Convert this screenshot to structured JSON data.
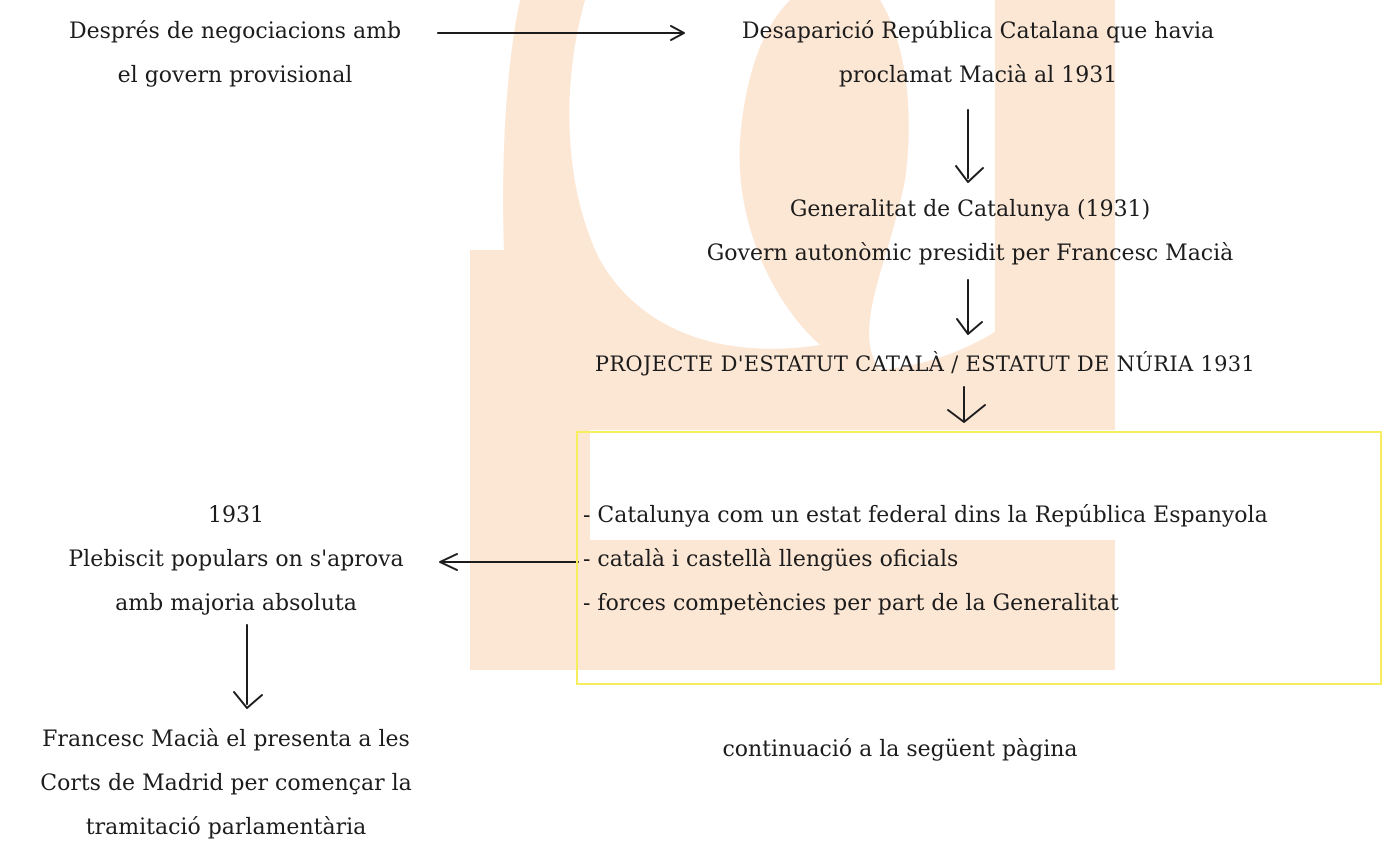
{
  "colors": {
    "watermark": "#fce6d4",
    "box_border": "#f6ee5c",
    "text": "#1c1c1c"
  },
  "nodes": {
    "negotiations": [
      "Després de negociacions amb",
      "el govern provisional"
    ],
    "republic_disappearance": [
      "Desaparició República Catalana que havia",
      "proclamat Macià al 1931"
    ],
    "generalitat": [
      "Generalitat de Catalunya (1931)",
      "Govern autonòmic presidit per Francesc Macià"
    ],
    "statute_project": "PROJECTE D'ESTATUT CATALÀ / ESTATUT DE NÚRIA 1931",
    "statute_points": [
      "- Catalunya com un estat federal dins la República Espanyola",
      "- català i castellà llengües oficials",
      "- forces competències per part de la Generalitat"
    ],
    "plebiscite": [
      "1931",
      "Plebiscit populars on s'aprova",
      "amb majoria absoluta"
    ],
    "presentation": [
      "Francesc Macià el presenta a les",
      "Corts de Madrid per començar la",
      "tramitació parlamentària"
    ],
    "continuation": "continuació a la següent pàgina"
  }
}
